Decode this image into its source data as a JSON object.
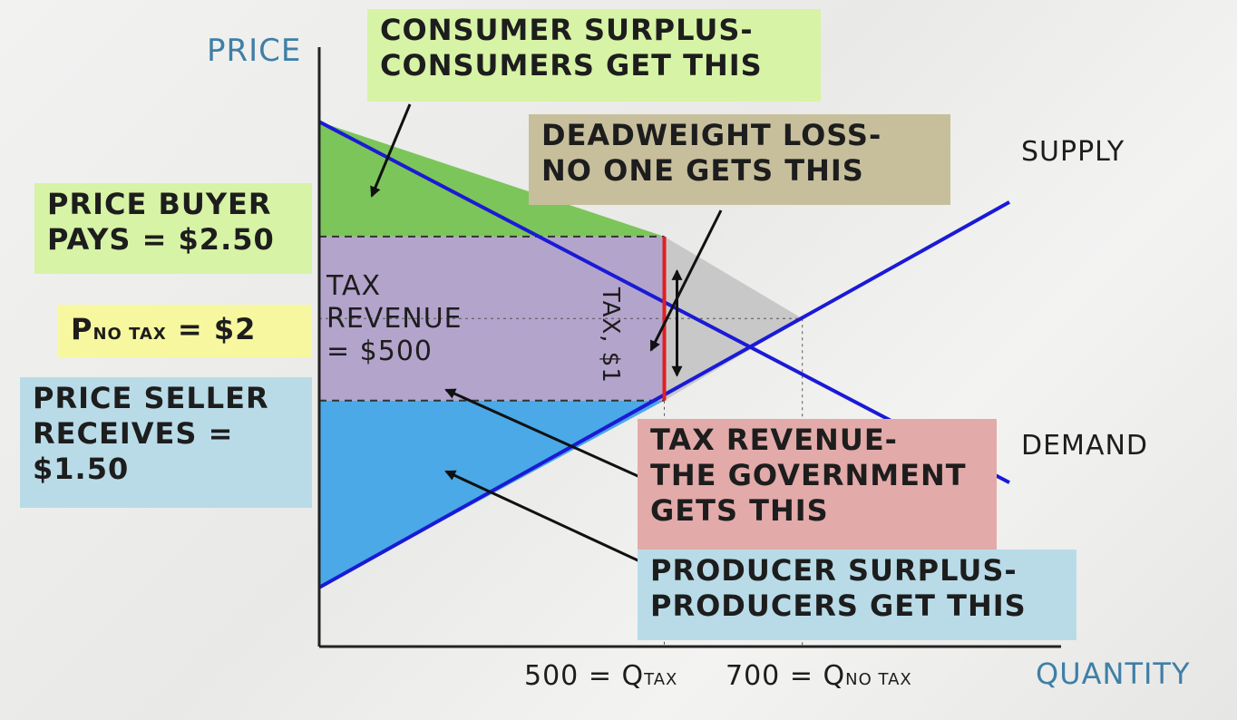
{
  "chart_data": {
    "type": "line",
    "title": "",
    "xlabel": "QUANTITY",
    "ylabel": "PRICE",
    "xlim": [
      0,
      1000
    ],
    "ylim": [
      0,
      3.5
    ],
    "series": [
      {
        "name": "SUPPLY",
        "x": [
          0,
          1000
        ],
        "y": [
          0.36,
          2.71
        ]
      },
      {
        "name": "DEMAND",
        "x": [
          0,
          1000
        ],
        "y": [
          3.2,
          1.0
        ]
      }
    ],
    "equilibrium": {
      "x": 700,
      "y": 2.0
    },
    "tax": {
      "quantity": 500,
      "buyer_price": 2.5,
      "seller_price": 1.5,
      "amount_label": "TAX, $1"
    },
    "x_ticks": [
      {
        "x": 500,
        "value": "500",
        "eq": "=",
        "sym": "Q",
        "sub": "TAX"
      },
      {
        "x": 700,
        "value": "700",
        "eq": "=",
        "sym": "Q",
        "sub": "NO TAX"
      }
    ],
    "annotations": {
      "consumer_surplus": [
        "CONSUMER SURPLUS-",
        "CONSUMERS GET THIS"
      ],
      "deadweight_loss": [
        "DEADWEIGHT LOSS-",
        "NO ONE GETS THIS"
      ],
      "price_buyer_pays": [
        "PRICE BUYER",
        "PAYS = $2.50"
      ],
      "p_no_tax": {
        "sym": "P",
        "sub": "NO TAX",
        "rest": "= $2"
      },
      "price_seller_receives": [
        "PRICE SELLER",
        "RECEIVES =",
        "$1.50"
      ],
      "tax_revenue_area": [
        "TAX",
        "REVENUE",
        "= $500"
      ],
      "tax_revenue_note": [
        "TAX REVENUE-",
        "THE GOVERNMENT",
        "GETS THIS"
      ],
      "producer_surplus": [
        "PRODUCER SURPLUS-",
        "PRODUCERS GET THIS"
      ]
    },
    "colors": {
      "consumer_surplus": "#7cc55a",
      "tax_revenue": "#b3a4cc",
      "producer_surplus": "#4aa9e6",
      "deadweight_loss": "#c8c8c8",
      "curves": "#1a1ad6",
      "tax_wedge": "#e02020",
      "label_green": "#d7f3a6",
      "label_yellow": "#f7f7a0",
      "label_blue": "#b9dbe8",
      "label_pink": "#e3aaaa",
      "label_khaki": "#c7bf9c"
    }
  }
}
